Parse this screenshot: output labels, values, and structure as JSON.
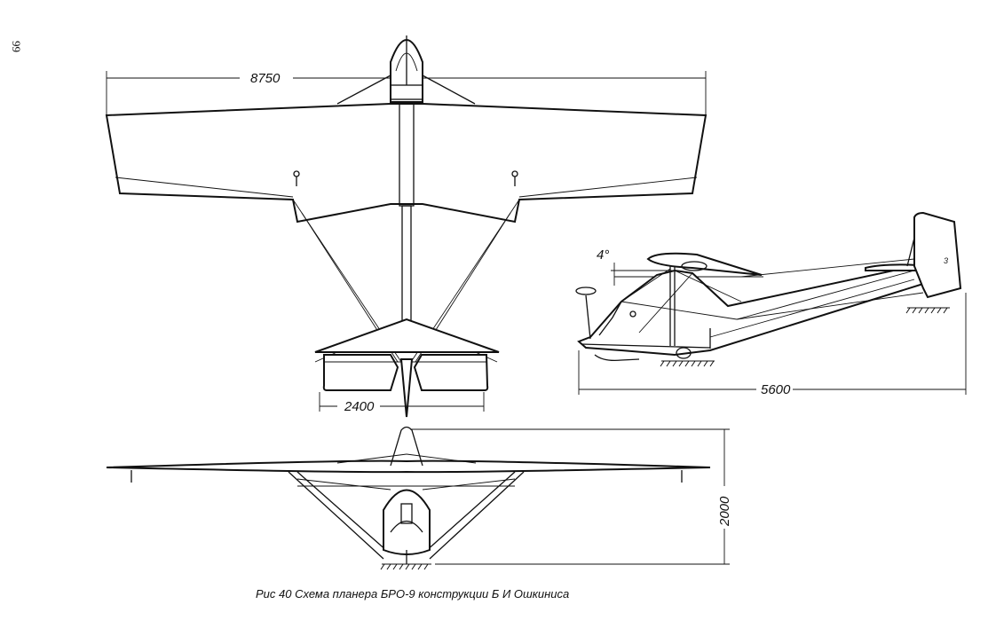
{
  "page": {
    "page_number": "99"
  },
  "dimensions": {
    "wingspan": "8750",
    "tail_span": "2400",
    "length": "5600",
    "height": "2000",
    "wing_incidence": "4°"
  },
  "caption": "Рис  40  Схема планера БРО-9 конструкции Б  И  Ошкиниса",
  "views": {
    "top": "top-view",
    "side": "side-view",
    "front": "front-view"
  }
}
